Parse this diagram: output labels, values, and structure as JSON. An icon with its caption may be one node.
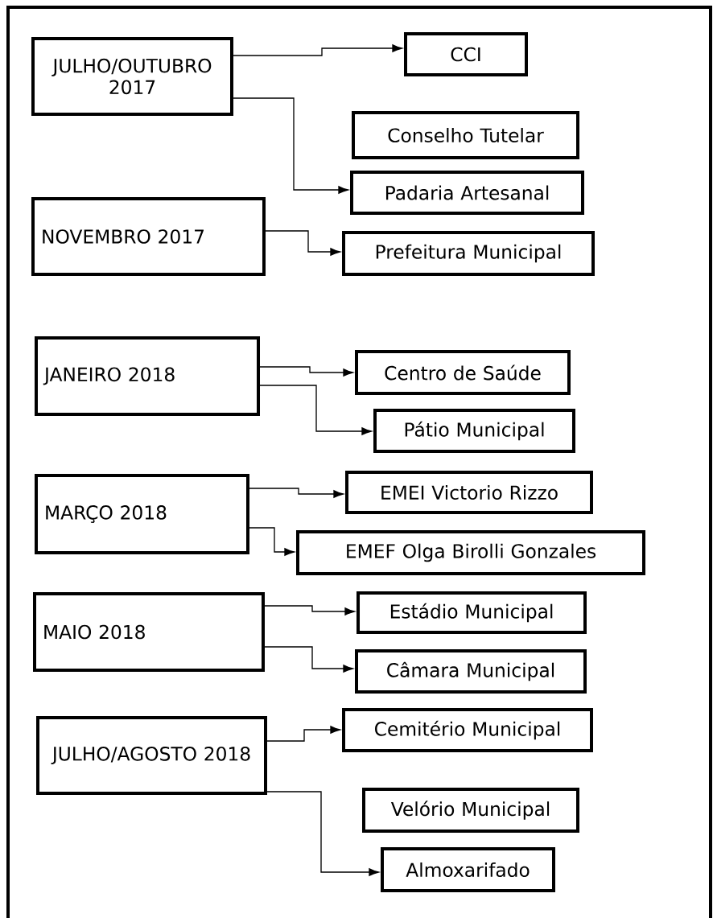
{
  "diagram": {
    "nodes": [
      {
        "text": [
          "JULHO/OUTUBRO 2017"
        ]
      },
      {
        "text": [
          "CCI"
        ]
      },
      {
        "text": [
          "Conselho Tutelar"
        ]
      },
      {
        "text": [
          "Padaria Artesanal"
        ]
      },
      {
        "text": [
          "NOVEMBRO 2017"
        ]
      },
      {
        "text": [
          "Prefeitura Municipal"
        ]
      },
      {
        "text": [
          "JANEIRO 2018"
        ]
      },
      {
        "text": [
          "Centro de Saúde"
        ]
      },
      {
        "text": [
          "Pátio Municipal"
        ]
      },
      {
        "text": [
          "MARÇO 2018"
        ]
      },
      {
        "text": [
          "EMEI Victorio Rizzo"
        ]
      },
      {
        "text": [
          "EMEF Olga Birolli Gonzales"
        ]
      },
      {
        "text": [
          "MAIO 2018"
        ]
      },
      {
        "text": [
          "Estádio Municipal"
        ]
      },
      {
        "text": [
          "Câmara Municipal"
        ]
      },
      {
        "text": [
          "JULHO/AGOSTO 2018"
        ]
      },
      {
        "text": [
          "Cemitério Municipal"
        ]
      },
      {
        "text": [
          "Velório Municipal"
        ]
      },
      {
        "text": [
          "Almoxarifado"
        ]
      }
    ],
    "edges": [
      {
        "from": 0,
        "to": 1,
        "arrow": "to"
      },
      {
        "from": 0,
        "to": 3,
        "arrow": "to"
      },
      {
        "from": 4,
        "to": 5,
        "arrow": "to"
      },
      {
        "from": 6,
        "to": 7,
        "arrow": "to"
      },
      {
        "from": 6,
        "to": 8,
        "arrow": "to"
      },
      {
        "from": 9,
        "to": 10,
        "arrow": "to"
      },
      {
        "from": 9,
        "to": 11,
        "arrow": "to"
      },
      {
        "from": 12,
        "to": 13,
        "arrow": "to"
      },
      {
        "from": 12,
        "to": 14,
        "arrow": "to"
      },
      {
        "from": 15,
        "to": 16,
        "arrow": "to"
      },
      {
        "from": 15,
        "to": 18,
        "arrow": "to"
      }
    ]
  }
}
